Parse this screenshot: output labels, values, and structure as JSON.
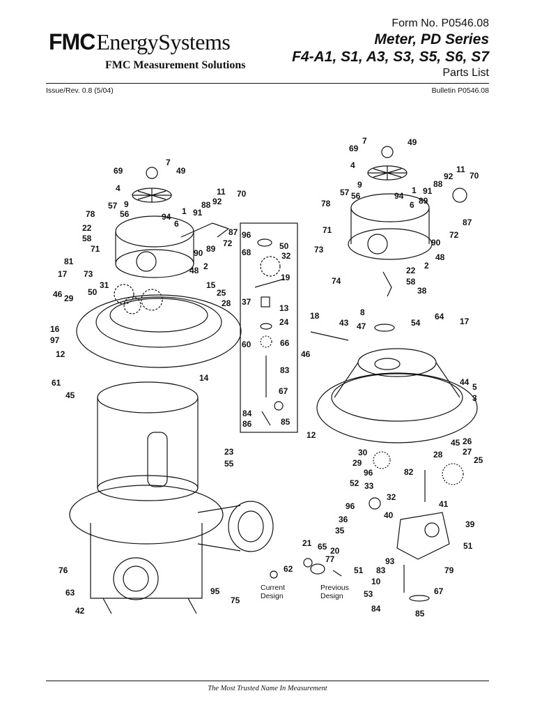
{
  "header": {
    "logo_mark": "FMC",
    "logo_name": "EnergySystems",
    "logo_sub": "FMC Measurement Solutions",
    "form_no": "Form No. P0546.08",
    "title_line1": "Meter, PD Series",
    "title_line2": "F4-A1, S1, A3, S3, S5, S6, S7",
    "title_line3": "Parts List"
  },
  "meta": {
    "issue": "Issue/Rev. 0.8 (5/04)",
    "bulletin": "Bulletin P0546.08"
  },
  "figure": {
    "left_callouts": [
      "7",
      "69",
      "49",
      "4",
      "9",
      "57",
      "56",
      "94",
      "78",
      "22",
      "58",
      "71",
      "1",
      "91",
      "88",
      "92",
      "11",
      "70",
      "6",
      "87",
      "89",
      "72",
      "90",
      "81",
      "73",
      "17",
      "48",
      "2",
      "50",
      "31",
      "15",
      "25",
      "28",
      "46",
      "29",
      "16",
      "97",
      "12",
      "61",
      "45",
      "14",
      "23",
      "55",
      "76",
      "63",
      "42",
      "95",
      "75",
      "21",
      "65",
      "20",
      "77",
      "62"
    ],
    "middle_callouts": [
      "96",
      "50",
      "68",
      "32",
      "19",
      "37",
      "13",
      "24",
      "60",
      "66",
      "83",
      "67",
      "84",
      "86",
      "85"
    ],
    "right_callouts": [
      "7",
      "49",
      "69",
      "4",
      "9",
      "92",
      "11",
      "70",
      "57",
      "56",
      "94",
      "1",
      "91",
      "88",
      "78",
      "89",
      "6",
      "87",
      "71",
      "72",
      "90",
      "73",
      "48",
      "2",
      "22",
      "58",
      "74",
      "38",
      "18",
      "8",
      "43",
      "47",
      "54",
      "64",
      "17",
      "46",
      "44",
      "5",
      "3",
      "12",
      "45",
      "26",
      "27",
      "30",
      "28",
      "25",
      "29",
      "96",
      "82",
      "52",
      "33",
      "32",
      "96",
      "41",
      "40",
      "36",
      "39",
      "35",
      "51",
      "93",
      "51",
      "83",
      "79",
      "10",
      "53",
      "67",
      "84",
      "85"
    ],
    "current_design": "Current\nDesign",
    "previous_design": "Previous\nDesign"
  },
  "footer": {
    "tagline": "The Most Trusted Name In Measurement"
  }
}
